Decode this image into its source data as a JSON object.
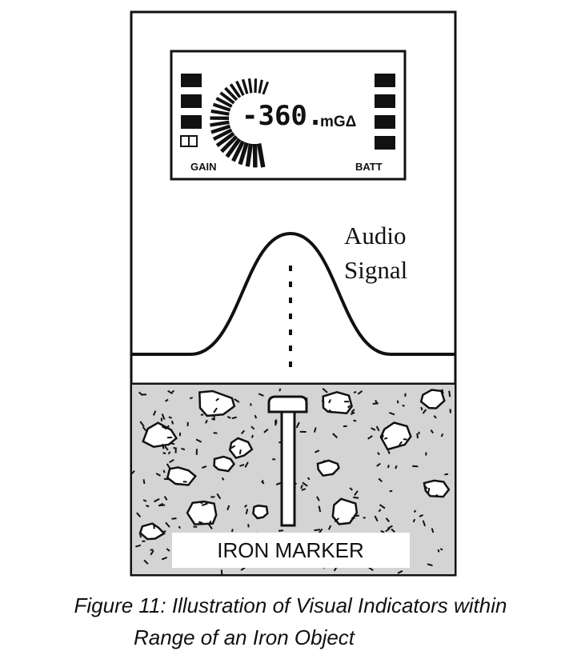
{
  "display": {
    "reading_value": "-360.",
    "reading_unit": "mGΔ",
    "gain_label": "GAIN",
    "batt_label": "BATT"
  },
  "signal": {
    "label_line1": "Audio",
    "label_line2": "Signal"
  },
  "marker": {
    "label": "IRON MARKER"
  },
  "caption": {
    "line1": "Figure 11:  Illustration of Visual Indicators within",
    "line2": "Range of an Iron Object"
  }
}
